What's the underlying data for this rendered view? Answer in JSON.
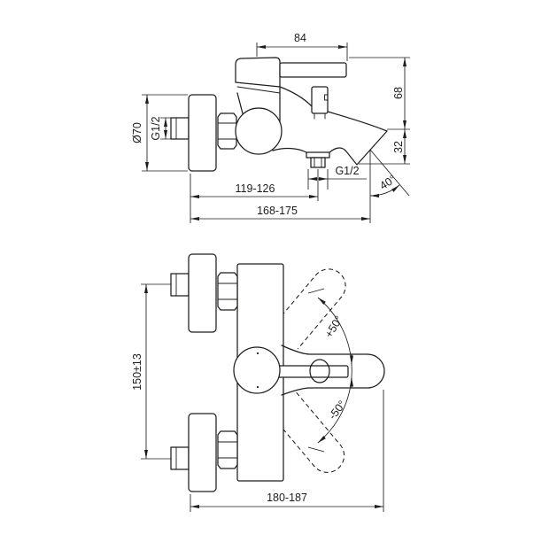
{
  "drawing": {
    "type": "technical-dimension-drawing",
    "subject": "wall-mounted single-lever bath/shower mixer, side view and front view",
    "background_color": "#ffffff",
    "line_color": "#1d1d1b",
    "side_view": {
      "handle_length": "84",
      "height_above_spout_tip": "68",
      "spout_tip_drop": "32",
      "escutcheon_diameter": "Ø70",
      "inlet_thread": "G1/2",
      "outlet_thread": "G1/2",
      "wall_to_outlet_centre": "119-126",
      "wall_to_spout_reference": "168-175",
      "spout_outlet_angle": "40°"
    },
    "front_view": {
      "connection_centre_distance": "150±13",
      "lever_swing_up": "+50°",
      "lever_swing_down": "-50°",
      "overall_width": "180-187"
    }
  }
}
